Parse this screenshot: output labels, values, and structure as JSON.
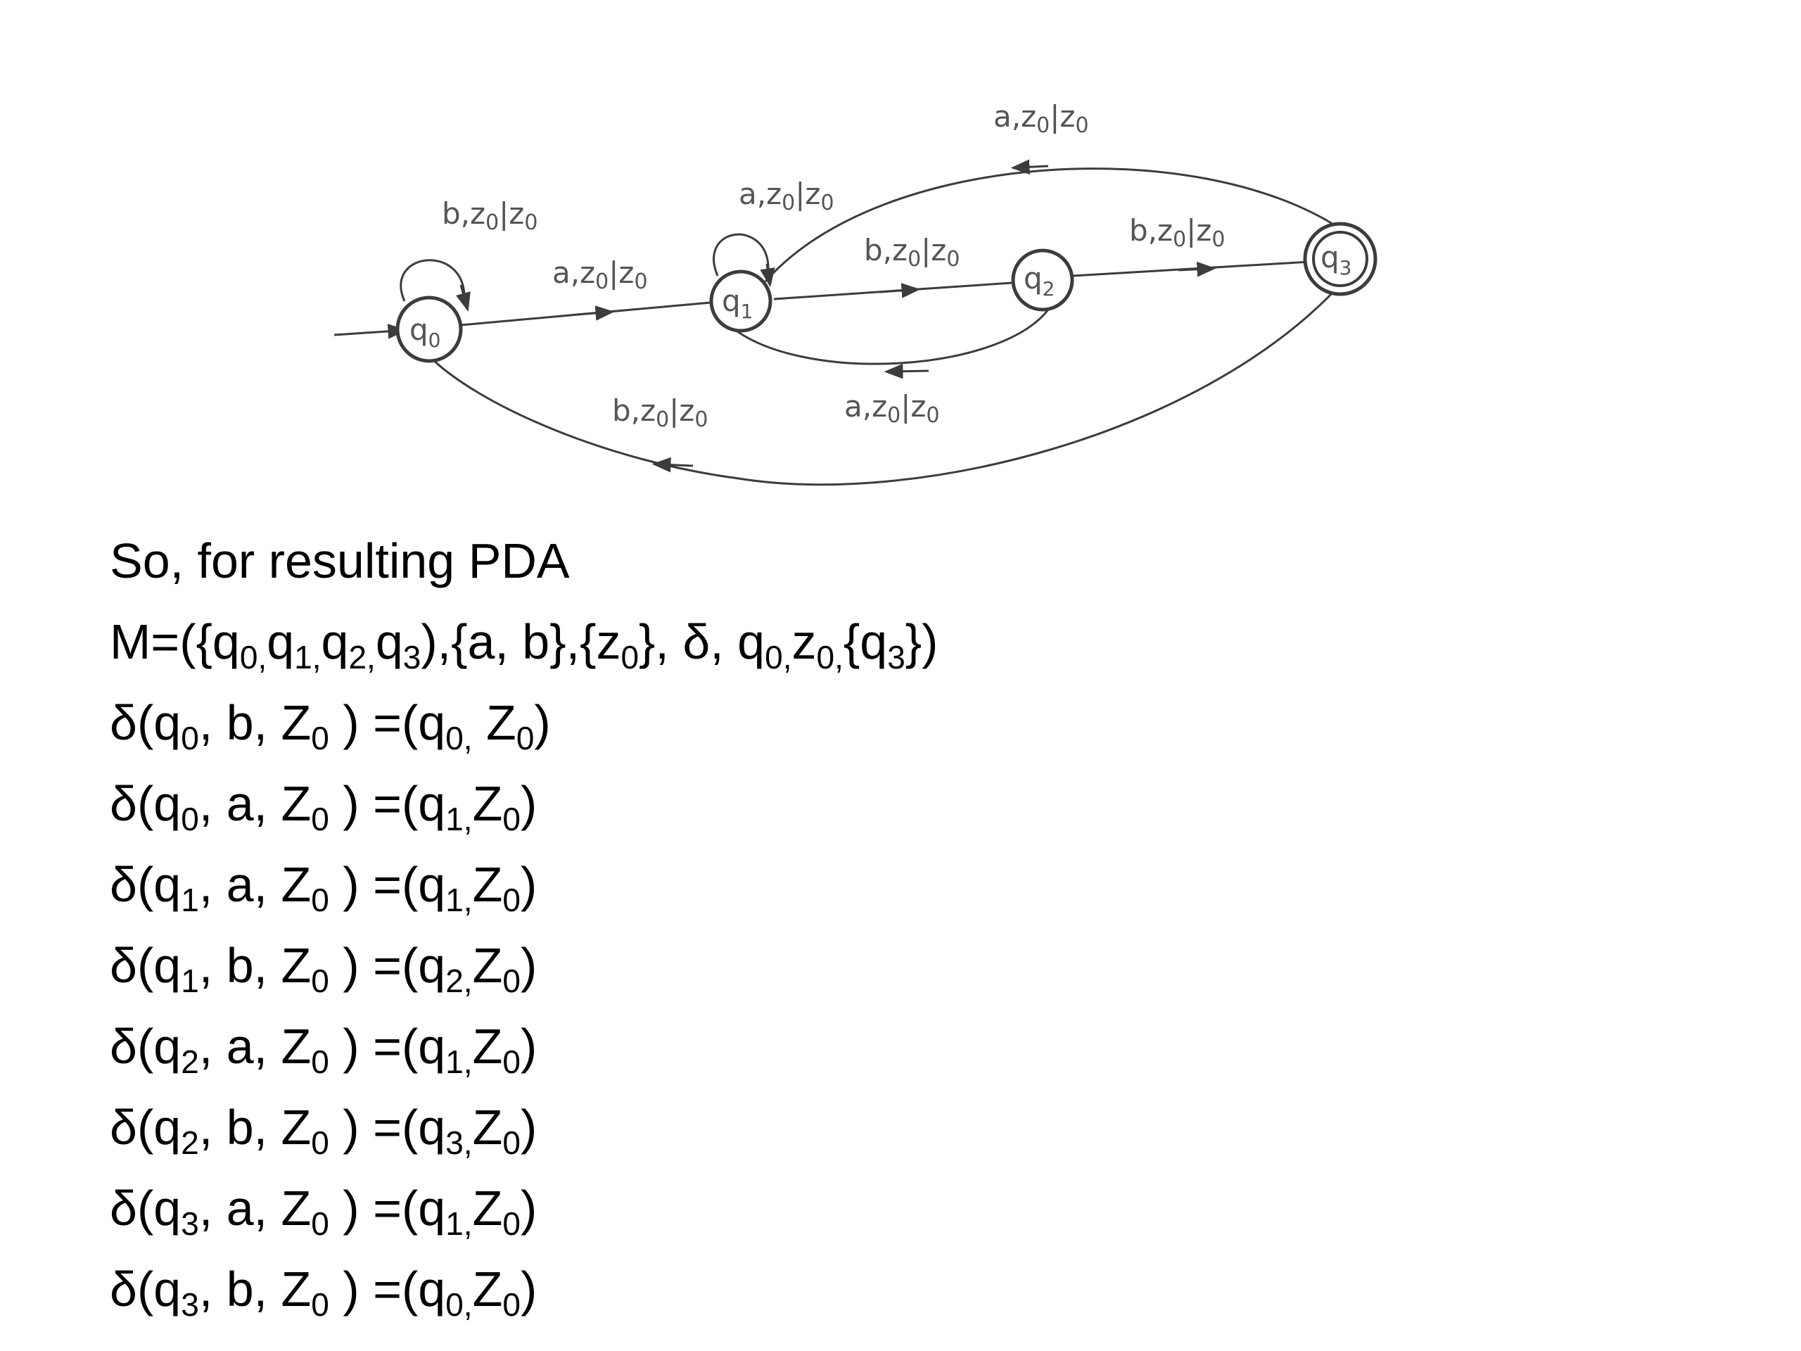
{
  "states": [
    {
      "name": "q",
      "sub": "0",
      "accepting": false,
      "initial": true
    },
    {
      "name": "q",
      "sub": "1",
      "accepting": false,
      "initial": false
    },
    {
      "name": "q",
      "sub": "2",
      "accepting": false,
      "initial": false
    },
    {
      "name": "q",
      "sub": "3",
      "accepting": true,
      "initial": false
    }
  ],
  "edge_labels": {
    "q0_loop": {
      "a": "b,z",
      "s1": "0",
      "b": "|z",
      "s2": "0"
    },
    "q0_q1": {
      "a": "a,z",
      "s1": "0",
      "b": "|z",
      "s2": "0"
    },
    "q1_loop": {
      "a": "a,z",
      "s1": "0",
      "b": "|z",
      "s2": "0"
    },
    "q1_q2": {
      "a": "b,z",
      "s1": "0",
      "b": "|z",
      "s2": "0"
    },
    "q2_q3": {
      "a": "b,z",
      "s1": "0",
      "b": "|z",
      "s2": "0"
    },
    "q3_q1": {
      "a": "a,z",
      "s1": "0",
      "b": "|z",
      "s2": "0"
    },
    "q2_q1": {
      "a": "a,z",
      "s1": "0",
      "b": "|z",
      "s2": "0"
    },
    "q3_q0": {
      "a": "b,z",
      "s1": "0",
      "b": "|z",
      "s2": "0"
    }
  },
  "text": {
    "heading": "So, for resulting PDA",
    "definition": {
      "p1": "M=({q",
      "s1": "0,",
      "p2": "q",
      "s2": "1,",
      "p3": "q",
      "s3": "2,",
      "p4": "q",
      "s4": "3",
      "p5": "),{a, b},{z",
      "s5": "0",
      "p6": "}, δ, q",
      "s6": "0,",
      "p7": "z",
      "s7": "0,",
      "p8": "{q",
      "s8": "3",
      "p9": "})"
    },
    "transitions": [
      {
        "fs": "1",
        "fs_prefix": "δ(q",
        "fs_sub": "0",
        "input": ", b, Z",
        "z_sub": "0",
        "mid": " ) =(q",
        "to_sub": "0,",
        "end": " Z",
        "end_sub": "0",
        "close": ")"
      },
      {
        "fs_prefix": "δ(q",
        "fs_sub": "0",
        "input": ", a, Z",
        "z_sub": "0",
        "mid": " ) =(q",
        "to_sub": "1,",
        "end": "Z",
        "end_sub": "0",
        "close": ")"
      },
      {
        "fs_prefix": "δ(q",
        "fs_sub": "1",
        "input": ", a, Z",
        "z_sub": "0",
        "mid": " ) =(q",
        "to_sub": "1,",
        "end": "Z",
        "end_sub": "0",
        "close": ")"
      },
      {
        "fs_prefix": "δ(q",
        "fs_sub": "1",
        "input": ", b, Z",
        "z_sub": "0",
        "mid": " ) =(q",
        "to_sub": "2,",
        "end": "Z",
        "end_sub": "0",
        "close": ")"
      },
      {
        "fs_prefix": "δ(q",
        "fs_sub": "2",
        "input": ", a, Z",
        "z_sub": "0",
        "mid": " ) =(q",
        "to_sub": "1,",
        "end": "Z",
        "end_sub": "0",
        "close": ")"
      },
      {
        "fs_prefix": "δ(q",
        "fs_sub": "2",
        "input": ", b, Z",
        "z_sub": "0",
        "mid": " ) =(q",
        "to_sub": "3,",
        "end": "Z",
        "end_sub": "0",
        "close": ")"
      },
      {
        "fs_prefix": "δ(q",
        "fs_sub": "3",
        "input": ", a, Z",
        "z_sub": "0",
        "mid": " ) =(q",
        "to_sub": "1,",
        "end": "Z",
        "end_sub": "0",
        "close": ")"
      },
      {
        "fs_prefix": "δ(q",
        "fs_sub": "3",
        "input": ", b, Z",
        "z_sub": "0",
        "mid": " ) =(q",
        "to_sub": "0,",
        "end": "Z",
        "end_sub": "0",
        "close": ")"
      }
    ]
  }
}
